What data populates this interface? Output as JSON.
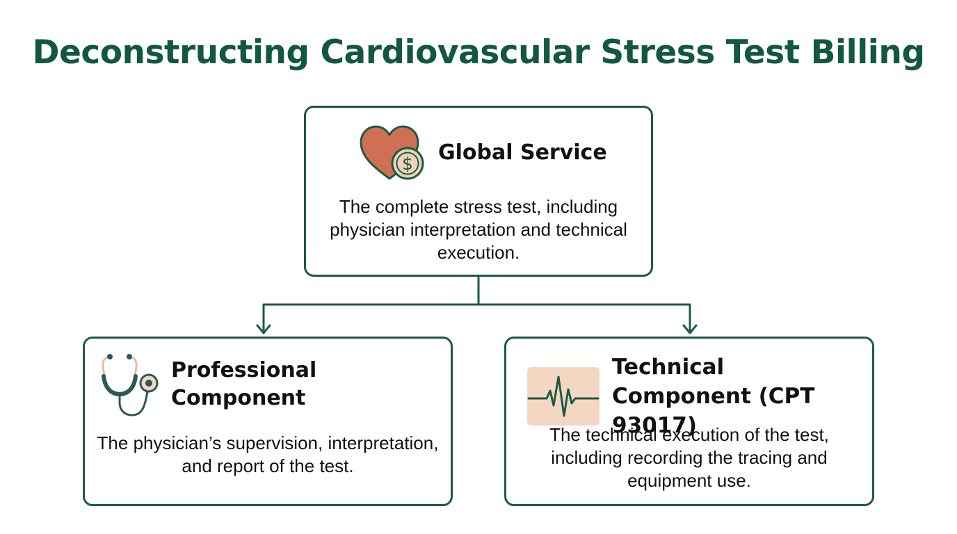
{
  "title": "Deconstructing Cardiovascular Stress Test Billing",
  "global_service": {
    "title": "Global Service",
    "description": "The complete stress test, including physician interpretation and technical execution.",
    "icon": "heart-dollar-icon"
  },
  "professional_component": {
    "title": "Professional Component",
    "description": "The physician’s supervision, interpretation, and report of the test.",
    "icon": "stethoscope-icon"
  },
  "technical_component": {
    "title": "Technical Component (CPT 93017)",
    "description": "The technical execution of the test, including recording the tracing and equipment use.",
    "icon": "ecg-waveform-icon"
  },
  "colors": {
    "title": "#12573f",
    "border": "#1c5a45",
    "heart": "#cf6f54",
    "coin": "#efd3b6",
    "ecg_background": "#f3d7c3"
  }
}
